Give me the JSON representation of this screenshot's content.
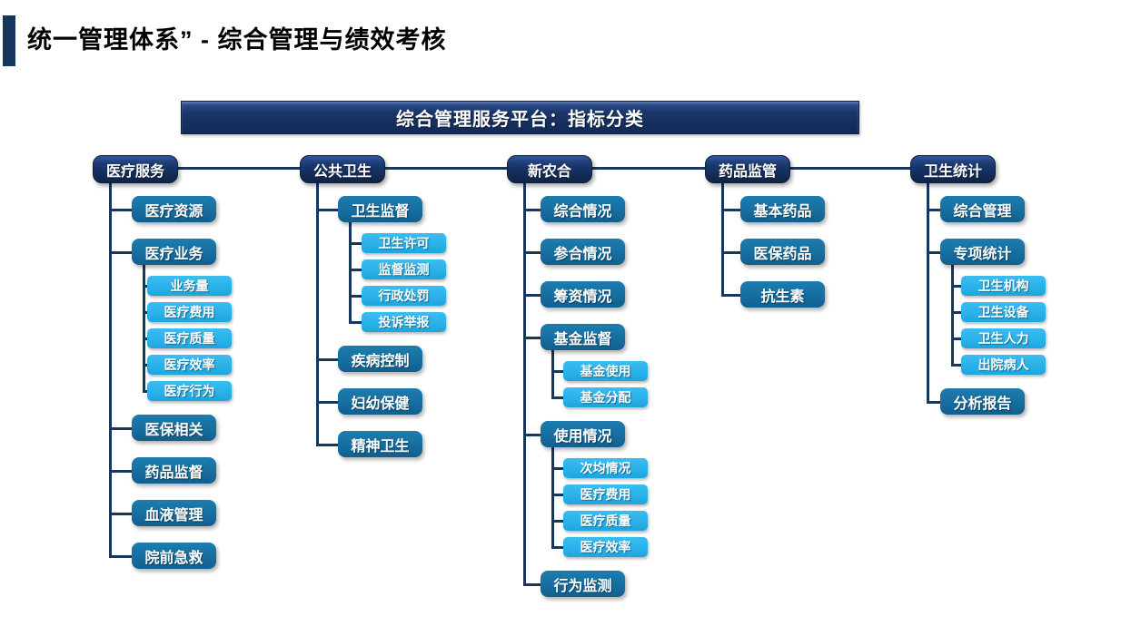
{
  "title": {
    "text": "统一管理体系” - 综合管理与绩效考核"
  },
  "banner": {
    "text": "综合管理服务平台：指标分类"
  },
  "colors": {
    "accent_navy": "#17365d",
    "banner_bg": "#16305c",
    "root_node": "#15305d",
    "level2_node": "#166ea0",
    "level3_node": "#29b3ea",
    "connector": "#17375d",
    "title_text": "#000000",
    "node_text": "#ffffff"
  },
  "diagram": {
    "columns": [
      {
        "id": "medical-service",
        "label": "医疗服务",
        "children": [
          {
            "label": "医疗资源"
          },
          {
            "label": "医疗业务",
            "children": [
              {
                "label": "业务量"
              },
              {
                "label": "医疗费用"
              },
              {
                "label": "医疗质量"
              },
              {
                "label": "医疗效率"
              },
              {
                "label": "医疗行为"
              }
            ]
          },
          {
            "label": "医保相关"
          },
          {
            "label": "药品监督"
          },
          {
            "label": "血液管理"
          },
          {
            "label": "院前急救"
          }
        ]
      },
      {
        "id": "public-health",
        "label": "公共卫生",
        "children": [
          {
            "label": "卫生监督",
            "children": [
              {
                "label": "卫生许可"
              },
              {
                "label": "监督监测"
              },
              {
                "label": "行政处罚"
              },
              {
                "label": "投诉举报"
              }
            ]
          },
          {
            "label": "疾病控制"
          },
          {
            "label": "妇幼保健"
          },
          {
            "label": "精神卫生"
          }
        ]
      },
      {
        "id": "new-rural-coop",
        "label": "新农合",
        "children": [
          {
            "label": "综合情况"
          },
          {
            "label": "参合情况"
          },
          {
            "label": "筹资情况"
          },
          {
            "label": "基金监督",
            "children": [
              {
                "label": "基金使用"
              },
              {
                "label": "基金分配"
              }
            ]
          },
          {
            "label": "使用情况",
            "children": [
              {
                "label": "次均情况"
              },
              {
                "label": "医疗费用"
              },
              {
                "label": "医疗质量"
              },
              {
                "label": "医疗效率"
              }
            ]
          },
          {
            "label": "行为监测"
          }
        ]
      },
      {
        "id": "drug-supervision",
        "label": "药品监管",
        "children": [
          {
            "label": "基本药品"
          },
          {
            "label": "医保药品"
          },
          {
            "label": "抗生素"
          }
        ]
      },
      {
        "id": "health-statistics",
        "label": "卫生统计",
        "children": [
          {
            "label": "综合管理"
          },
          {
            "label": "专项统计",
            "children": [
              {
                "label": "卫生机构"
              },
              {
                "label": "卫生设备"
              },
              {
                "label": "卫生人力"
              },
              {
                "label": "出院病人"
              }
            ]
          },
          {
            "label": "分析报告"
          }
        ]
      }
    ]
  }
}
